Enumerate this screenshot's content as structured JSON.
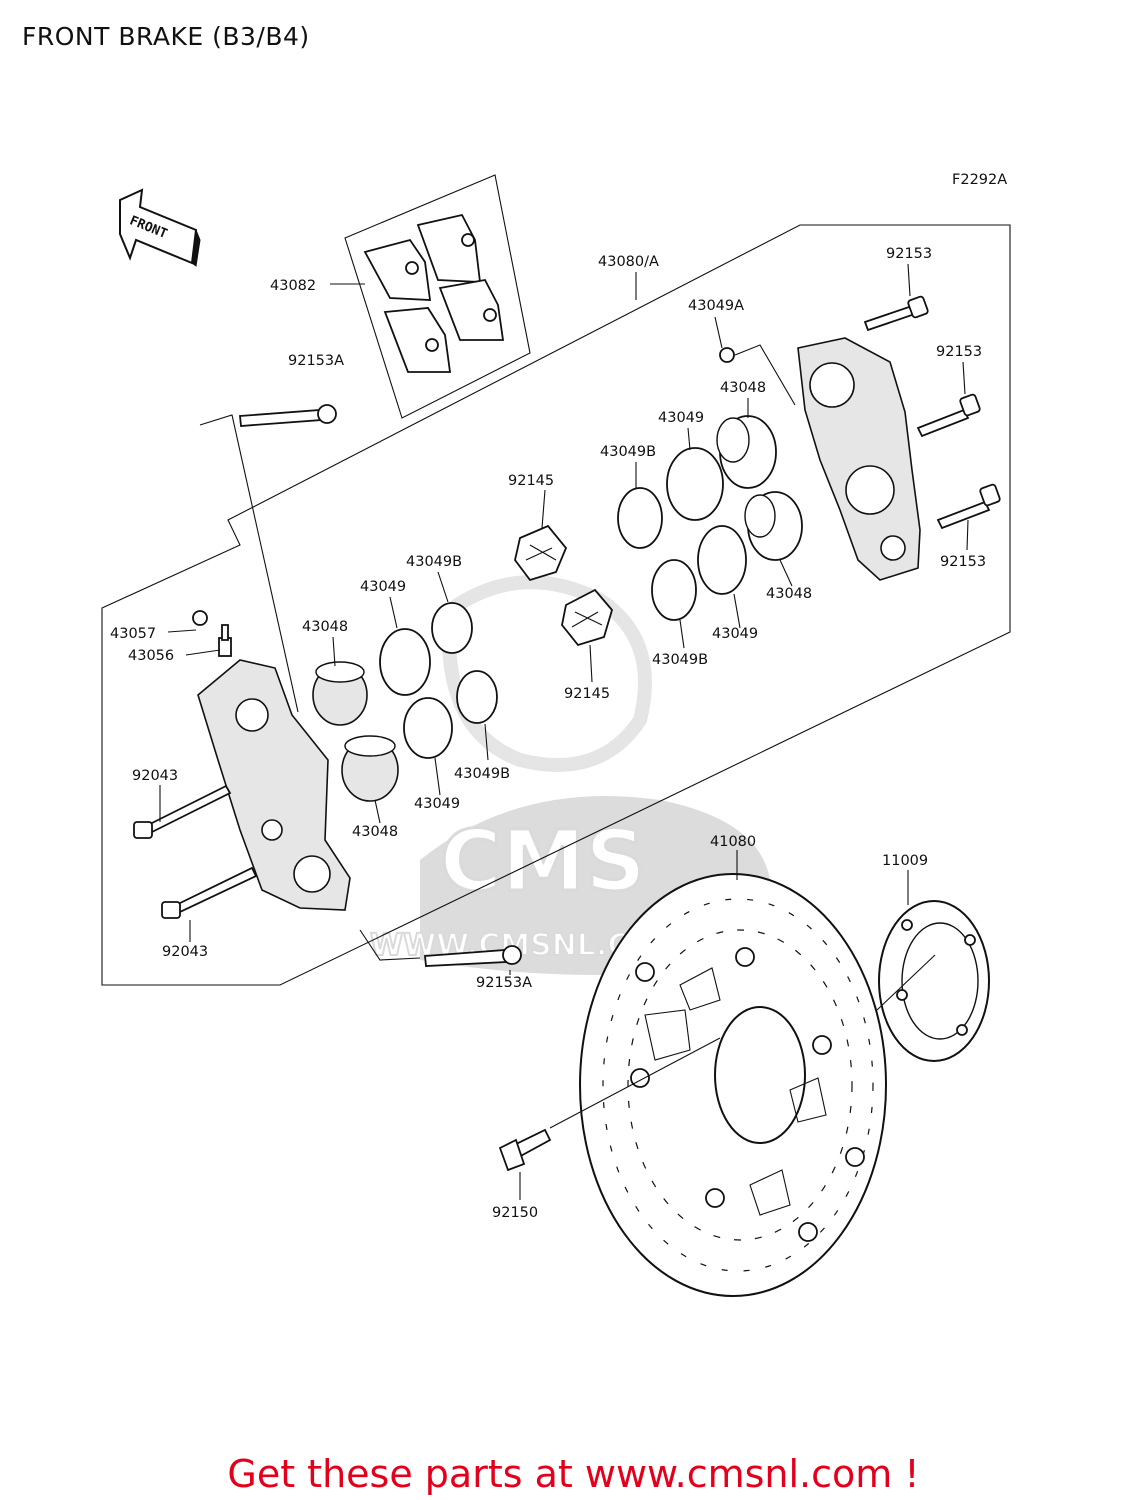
{
  "title": "FRONT BRAKE (B3/B4)",
  "figure_code": "F2292A",
  "front_arrow_text": "FRONT",
  "watermark": {
    "logo": "CMS",
    "url": "WWW.CMSNL.COM"
  },
  "promo_text": "Get these parts at www.cmsnl.com !",
  "promo_color": "#e3001b",
  "labels": {
    "pads": "43082",
    "caliper_assy": "43080/A",
    "nut_right": "43049A",
    "bolt_right_top": "92153",
    "bolt_right_mid": "92153",
    "bolt_right_bottom": "92153",
    "bolt_left_top": "92153A",
    "bolt_bottom_center": "92153A",
    "piston_rt_top": "43048",
    "piston_rt_bottom": "43048",
    "seal_rt_top": "43049",
    "seal_rt_bottom": "43049",
    "seal_b_rt_top": "43049B",
    "seal_b_rt_bottom": "43049B",
    "spring_top": "92145",
    "spring_bottom": "92145",
    "seal_b_lt_top": "43049B",
    "seal_b_lt_bottom": "43049B",
    "seal_lt_top": "43049",
    "seal_lt_bottom": "43049",
    "piston_lt_top": "43048",
    "piston_lt_bottom": "43048",
    "cap": "43057",
    "bleeder": "43056",
    "pin_top": "92043",
    "pin_bottom": "92043",
    "disc": "41080",
    "shim": "11009",
    "disc_bolt": "92150"
  }
}
